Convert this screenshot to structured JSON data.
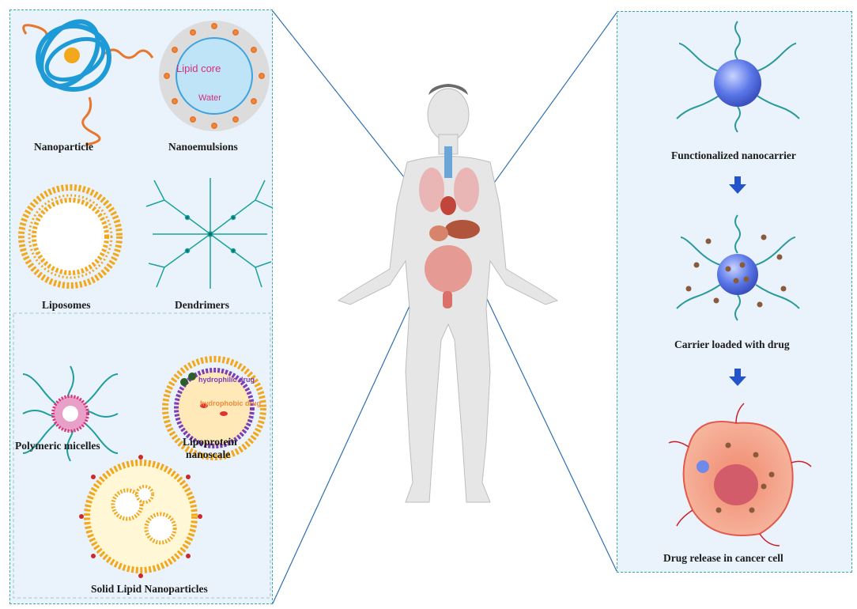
{
  "left_panel": {
    "labels": {
      "nanoparticle": "Nanoparticle",
      "nanoemulsions": "Nanoemulsions",
      "liposomes": "Liposomes",
      "dendrimers": "Dendrimers",
      "polymeric_micelles": "Polymeric micelles",
      "lipoprotein_line1": "Lipoprotein",
      "lipoprotein_line2": "nanoscale",
      "solid_lipid": "Solid Lipid Nanoparticles"
    },
    "nanoemulsion_core_label": "Lipid core",
    "nanoemulsion_water_label": "Water",
    "lipoprotein_hydrophilic": "hydrophilic drug",
    "lipoprotein_hydrophobic": "hydrophobic drug"
  },
  "right_panel": {
    "step1": "Functionalized nanocarrier",
    "step2": "Carrier loaded with drug",
    "step3": "Drug release in cancer cell"
  },
  "colors": {
    "panel_bg": "#eaf3fb",
    "panel_border": "#3aa6a6",
    "connector": "#2f6fb0",
    "arrow": "#2255cc",
    "lipid_orange": "#f2a81c",
    "teal": "#1e9e9e",
    "carrier_blue": "#5b78e8"
  }
}
